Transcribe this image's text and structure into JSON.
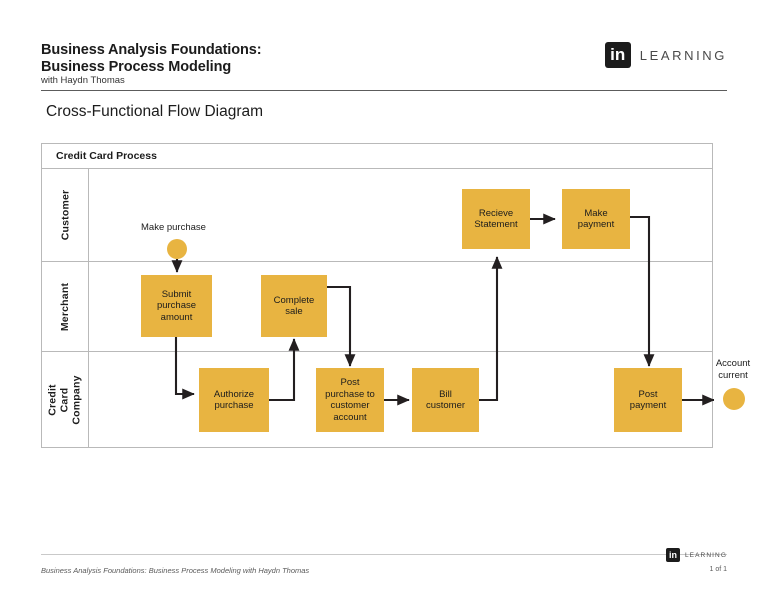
{
  "header": {
    "course_title": "Business Analysis Foundations:\nBusiness Process Modeling",
    "author": "with Haydn Thomas",
    "brand_badge": "in",
    "brand_word": "LEARNING"
  },
  "slide": {
    "heading": "Cross-Functional Flow Diagram"
  },
  "diagram": {
    "pool_title": "Credit Card Process",
    "accent_color": "#E8B441",
    "border_color": "#b9b9b9",
    "connector_color": "#231f20",
    "lanes": [
      {
        "id": "customer",
        "label": "Customer"
      },
      {
        "id": "merchant",
        "label": "Merchant"
      },
      {
        "id": "credit-card-company",
        "label": "Credit Card\nCompany"
      }
    ],
    "nodes": [
      {
        "id": "make-purchase",
        "lane": "customer",
        "type": "start-event",
        "label": "Make purchase"
      },
      {
        "id": "recieve-statement",
        "lane": "customer",
        "type": "task",
        "label": "Recieve\nStatement"
      },
      {
        "id": "make-payment",
        "lane": "customer",
        "type": "task",
        "label": "Make\npayment"
      },
      {
        "id": "submit-purchase-amount",
        "lane": "merchant",
        "type": "task",
        "label": "Submit\npurchase\namount"
      },
      {
        "id": "complete-sale",
        "lane": "merchant",
        "type": "task",
        "label": "Complete\nsale"
      },
      {
        "id": "authorize-purchase",
        "lane": "credit-card-company",
        "type": "task",
        "label": "Authorize\npurchase"
      },
      {
        "id": "post-purchase-to-customer-account",
        "lane": "credit-card-company",
        "type": "task",
        "label": "Post\npurchase to\ncustomer\naccount"
      },
      {
        "id": "bill-customer",
        "lane": "credit-card-company",
        "type": "task",
        "label": "Bill\ncustomer"
      },
      {
        "id": "post-payment",
        "lane": "credit-card-company",
        "type": "task",
        "label": "Post\npayment"
      },
      {
        "id": "account-current",
        "lane": "credit-card-company",
        "type": "end-event",
        "label": "Account\ncurrent"
      }
    ],
    "flows": [
      {
        "from": "make-purchase",
        "to": "submit-purchase-amount"
      },
      {
        "from": "submit-purchase-amount",
        "to": "authorize-purchase"
      },
      {
        "from": "authorize-purchase",
        "to": "complete-sale"
      },
      {
        "from": "complete-sale",
        "to": "post-purchase-to-customer-account"
      },
      {
        "from": "post-purchase-to-customer-account",
        "to": "bill-customer"
      },
      {
        "from": "bill-customer",
        "to": "recieve-statement"
      },
      {
        "from": "recieve-statement",
        "to": "make-payment"
      },
      {
        "from": "make-payment",
        "to": "post-payment"
      },
      {
        "from": "post-payment",
        "to": "account-current"
      }
    ]
  },
  "footer": {
    "credit": "Business Analysis Foundations: Business Process Modeling with Haydn Thomas",
    "brand_badge": "in",
    "brand_word": "LEARNING",
    "page": "1 of 1"
  }
}
